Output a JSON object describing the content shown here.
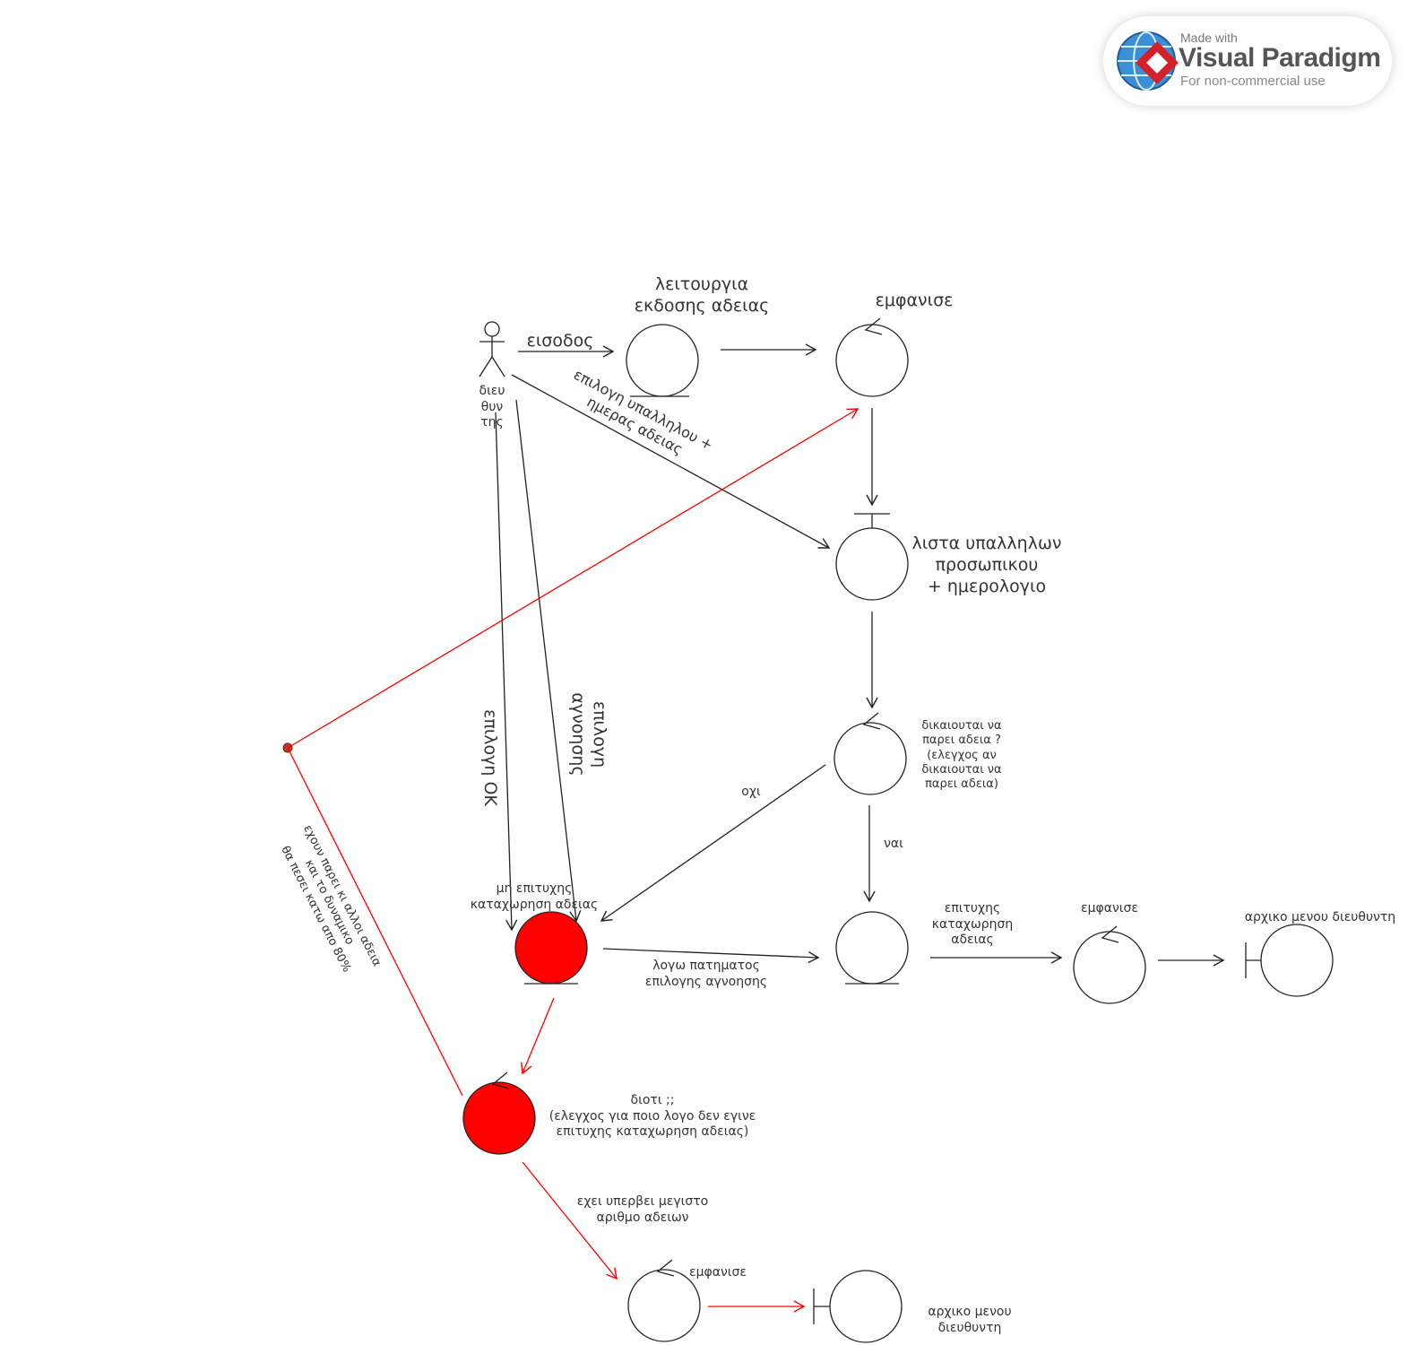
{
  "badge": {
    "made_with": "Made with",
    "brand": "Visual Paradigm",
    "note": "For non-commercial use",
    "icon": "visual-paradigm-logo-icon"
  },
  "colors": {
    "stroke": "#222222",
    "red": "#ff0000",
    "error_stroke": "#e52222"
  },
  "labels": {
    "actor": "διευ\nθυν\nτης",
    "leave_function": "λειτουργια\nεκδοσης αδειας",
    "entry": "εισοδος",
    "show_top": "εμφανισε",
    "select_employee": "επιλογη υπαλληλου +\nημερας αδειας",
    "employee_list": "λιστα υπαλληλων\nπροσωπικου\n+ ημερολογιο",
    "select_ok": "επιλογη OK",
    "select_ignore": "επιλογη\nαγνοησης",
    "eligibility": "δικαιουται να\nπαρει αδεια ?\n(ελεγχος αν\nδικαιουται να\nπαρει αδεια)",
    "no": "οχι",
    "yes": "ναι",
    "failed_registration": "μη επιτυχης\nκαταχωρηση αδειας",
    "due_to_ignore": "λογω πατηματος\nεπιλογης αγνοησης",
    "success_registration": "επιτυχης\nκαταχωρηση\nαδειας",
    "show_mid": "εμφανισε",
    "main_menu_top": "αρχικο μενου διευθυντη",
    "why": "διοτι ;;\n(ελεγχος για ποιο λογο δεν εγινε\nεπιτυχης καταχωρηση αδειας)",
    "others_on_leave": "εχουν παρει κι αλλοι αδεια\nκαι το δυναμικο\nθα πεσει κατω απο 80%",
    "exceeded_max": "εχει υπερβει μεγιστο\nαριθμο αδειων",
    "show_bottom": "εμφανισε",
    "main_menu_bottom": "αρχικο μενου\nδιευθυντη"
  }
}
